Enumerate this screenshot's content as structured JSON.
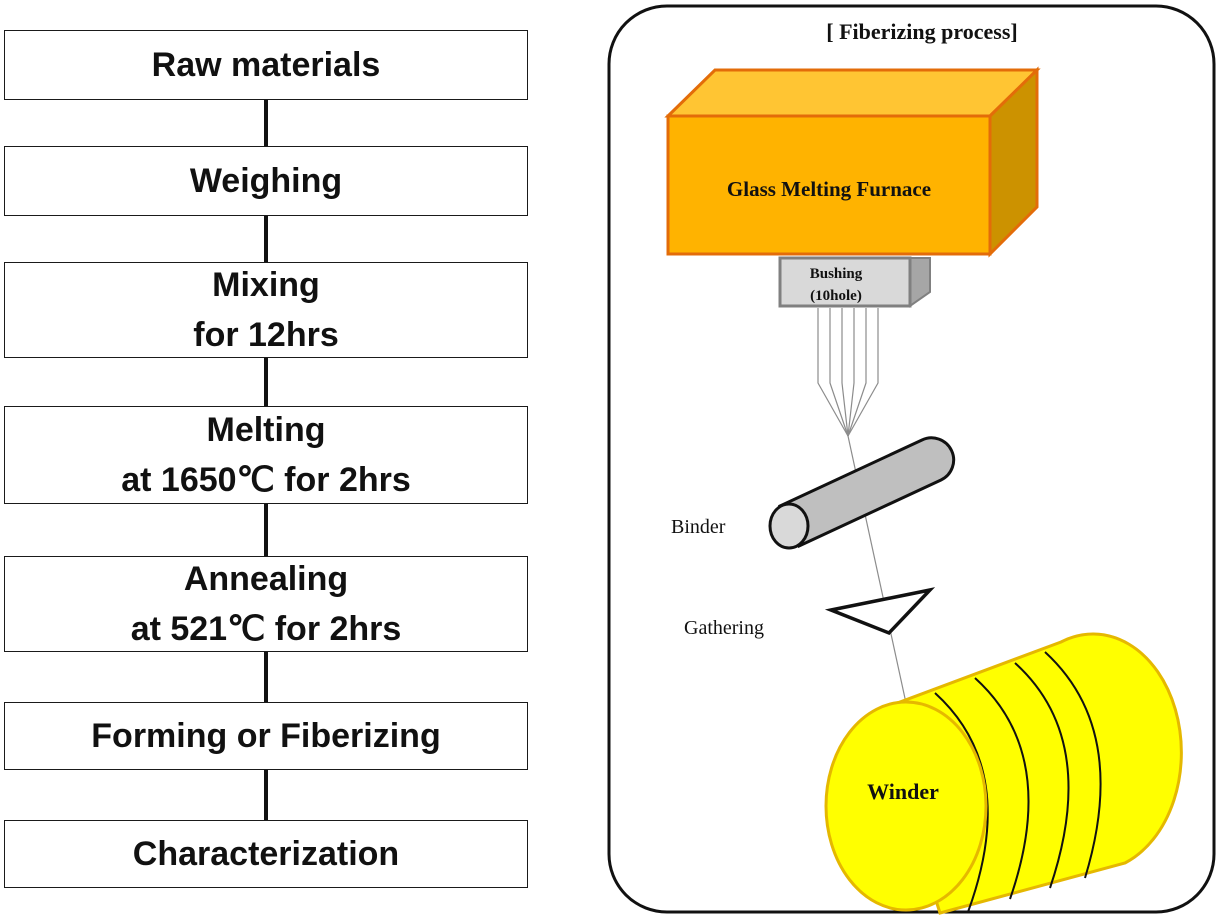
{
  "flowchart": {
    "steps": [
      {
        "line1": "Raw materials",
        "line2": ""
      },
      {
        "line1": "Weighing",
        "line2": ""
      },
      {
        "line1": "Mixing",
        "line2": "for 12hrs"
      },
      {
        "line1": "Melting",
        "line2": "at 1650℃ for 2hrs"
      },
      {
        "line1": "Annealing",
        "line2": "at 521℃ for 2hrs"
      },
      {
        "line1": "Forming or Fiberizing",
        "line2": ""
      },
      {
        "line1": "Characterization",
        "line2": ""
      }
    ]
  },
  "fiberizing": {
    "title": "[ Fiberizing process]",
    "furnace_label": "Glass Melting Furnace",
    "bushing_line1": "Bushing",
    "bushing_line2": "(10hole)",
    "binder_label": "Binder",
    "gathering_label": "Gathering",
    "winder_label": "Winder"
  },
  "colors": {
    "furnace_front": "#FFB300",
    "furnace_top": "#FFC533",
    "furnace_side": "#CC9200",
    "furnace_border": "#E36C09",
    "winder_fill": "#FFFF00",
    "winder_border": "#E5B800",
    "bushing_fill": "#D9D9D9",
    "bushing_border": "#808080",
    "binder_fill": "#BFBFBF"
  }
}
